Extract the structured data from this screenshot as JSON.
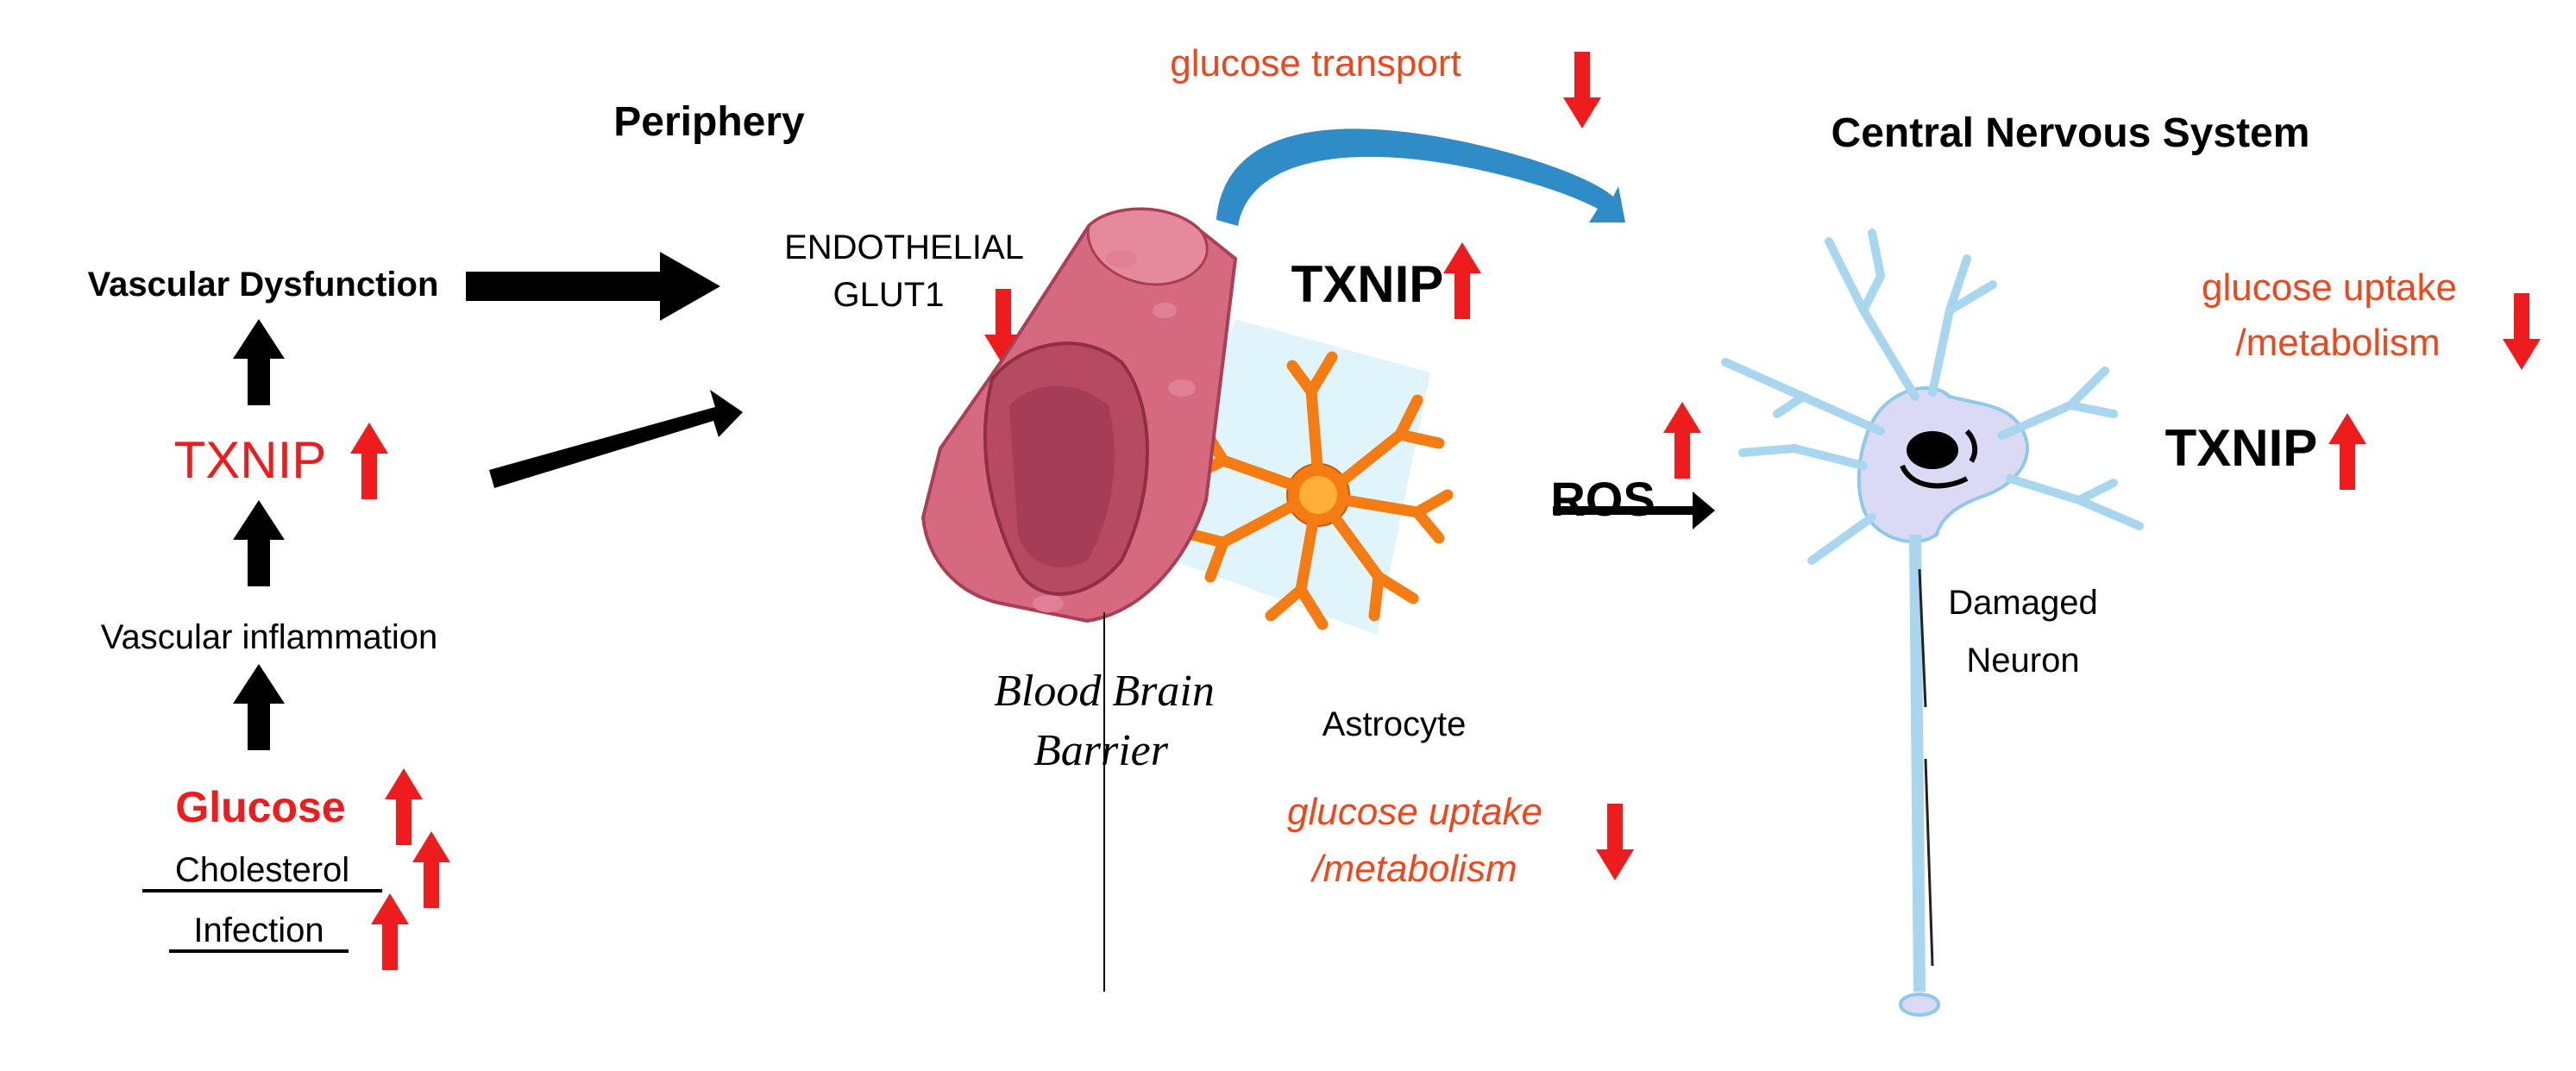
{
  "colors": {
    "red": "#ee1c1c",
    "orange_text": "#f0461b",
    "black": "#000000",
    "vessel": "#cf5b74",
    "vessel_dark": "#a93e55",
    "astro_bg": "#dff5fb",
    "astro": "#f57c12",
    "neuron_fill": "#dadaf4",
    "neuron_outline": "#8fc8e8",
    "curve_arrow": "#2f8cc7"
  },
  "icons": [
    "up-arrow-icon",
    "down-arrow-icon",
    "right-arrow-icon",
    "curved-arrow-icon"
  ],
  "periphery": {
    "title": "Periphery",
    "vascular_dysfunction": "Vascular Dysfunction",
    "txnip": "TXNIP",
    "vascular_inflammation": "Vascular inflammation",
    "glucose": "Glucose",
    "cholesterol": "Cholesterol",
    "infection": "Infection"
  },
  "bbb": {
    "endothelial": "ENDOTHELIAL",
    "glut1": "GLUT1",
    "label_line1": "Blood Brain",
    "label_line2": "Barrier",
    "txnip": "TXNIP",
    "glucose_transport": "glucose transport"
  },
  "astrocyte": {
    "label": "Astrocyte",
    "uptake_line1": "glucose uptake",
    "uptake_line2": "/metabolism"
  },
  "cns": {
    "title": "Central Nervous System",
    "ros": "ROS",
    "txnip": "TXNIP",
    "uptake_line1": "glucose uptake",
    "uptake_line2": "/metabolism",
    "neuron_line1": "Damaged",
    "neuron_line2": "Neuron"
  }
}
